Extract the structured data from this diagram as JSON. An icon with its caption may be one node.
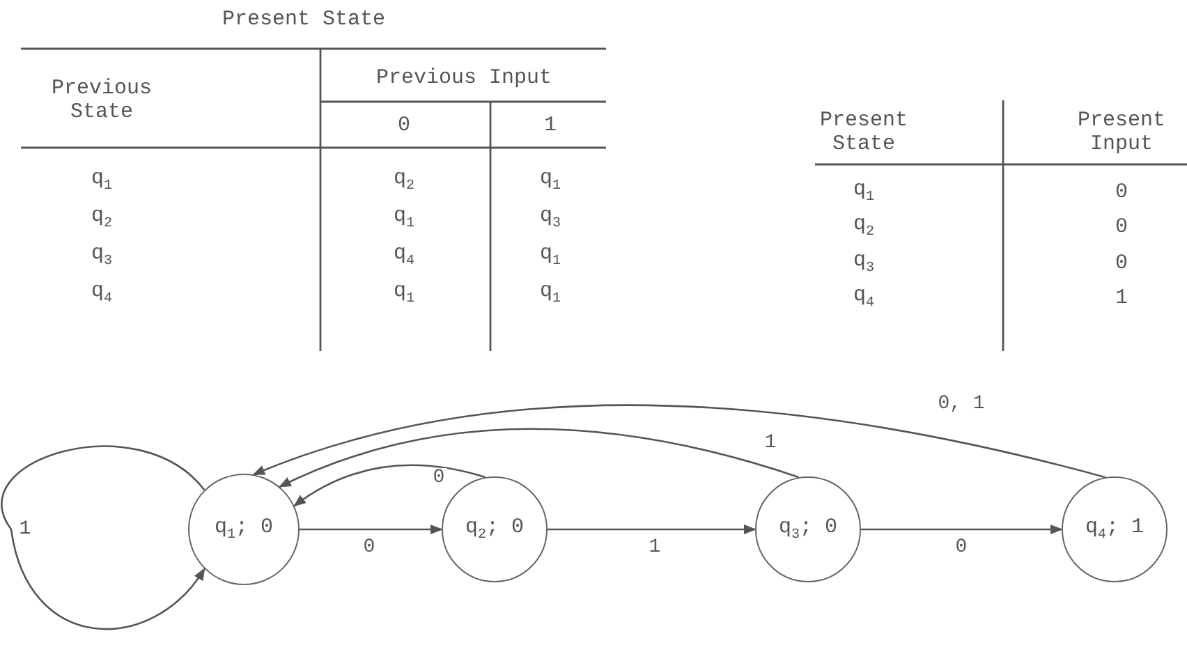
{
  "diagram": {
    "nodes": [
      {
        "text": [
          "q$_{1}$; 0"
        ]
      },
      {
        "text": [
          "q$_{2}$; 0"
        ]
      },
      {
        "text": [
          "q$_{3}$; 0"
        ]
      },
      {
        "text": [
          "q$_{4}$; 1"
        ]
      }
    ],
    "edges": [
      {
        "from": 0,
        "to": 0,
        "arrow": "to",
        "label": "1"
      },
      {
        "from": 0,
        "to": 1,
        "arrow": "to",
        "label": "0"
      },
      {
        "from": 1,
        "to": 2,
        "arrow": "to",
        "label": "1"
      },
      {
        "from": 2,
        "to": 3,
        "arrow": "to",
        "label": "0"
      },
      {
        "from": 1,
        "to": 0,
        "arrow": "to",
        "label": "0"
      },
      {
        "from": 2,
        "to": 0,
        "arrow": "to",
        "label": "1"
      },
      {
        "from": 3,
        "to": 0,
        "arrow": "to",
        "label": "0, 1"
      }
    ],
    "labels": [
      "Present State",
      "Previous State",
      "Previous Input",
      "0",
      "1",
      "q$_{1}$",
      "q$_{2}$",
      "q$_{1}$",
      "q$_{2}$",
      "q$_{1}$",
      "q$_{3}$",
      "q$_{3}$",
      "q$_{4}$",
      "q$_{1}$",
      "q$_{4}$",
      "q$_{1}$",
      "q$_{1}$",
      "Present State",
      "Present Input",
      "q$_{1}$",
      "0",
      "q$_{2}$",
      "0",
      "q$_{3}$",
      "0",
      "q$_{4}$",
      "1"
    ]
  }
}
